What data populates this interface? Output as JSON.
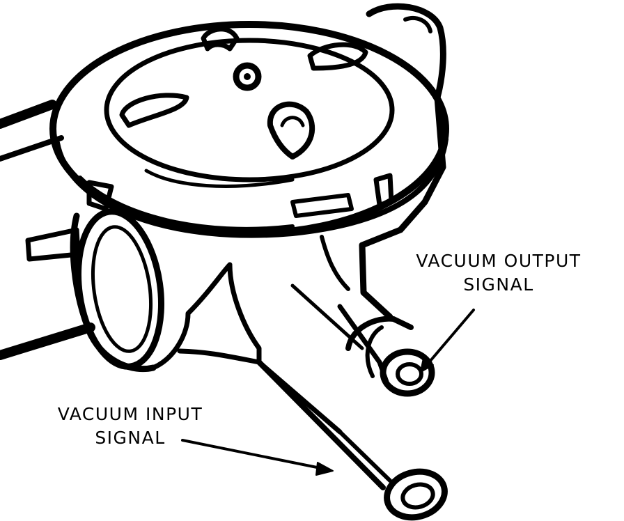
{
  "labels": {
    "output": {
      "line1": "VACUUM OUTPUT",
      "line2": "SIGNAL"
    },
    "input": {
      "line1": "VACUUM INPUT",
      "line2": "SIGNAL"
    }
  },
  "colors": {
    "ink": "#000000",
    "paper": "#ffffff"
  }
}
